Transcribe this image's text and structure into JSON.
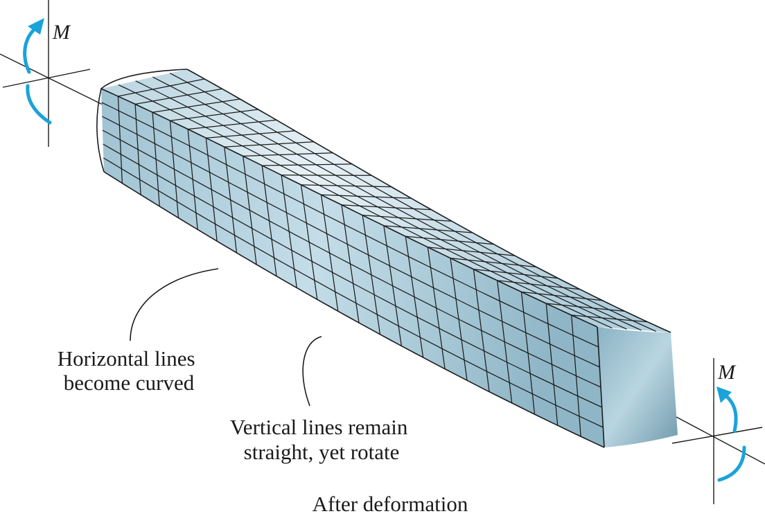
{
  "labels": {
    "moment_left": "M",
    "moment_right": "M",
    "horizontal_line1": "Horizontal lines",
    "horizontal_line2": "become curved",
    "vertical_line1": "Vertical lines remain",
    "vertical_line2": "straight, yet rotate",
    "caption": "After deformation"
  },
  "colors": {
    "beam_light": "#dcecf3",
    "beam_mid": "#a7c8d6",
    "beam_dark": "#6f9aac",
    "moment_arrow": "#1aa3d9",
    "line": "#1b1b1b"
  }
}
